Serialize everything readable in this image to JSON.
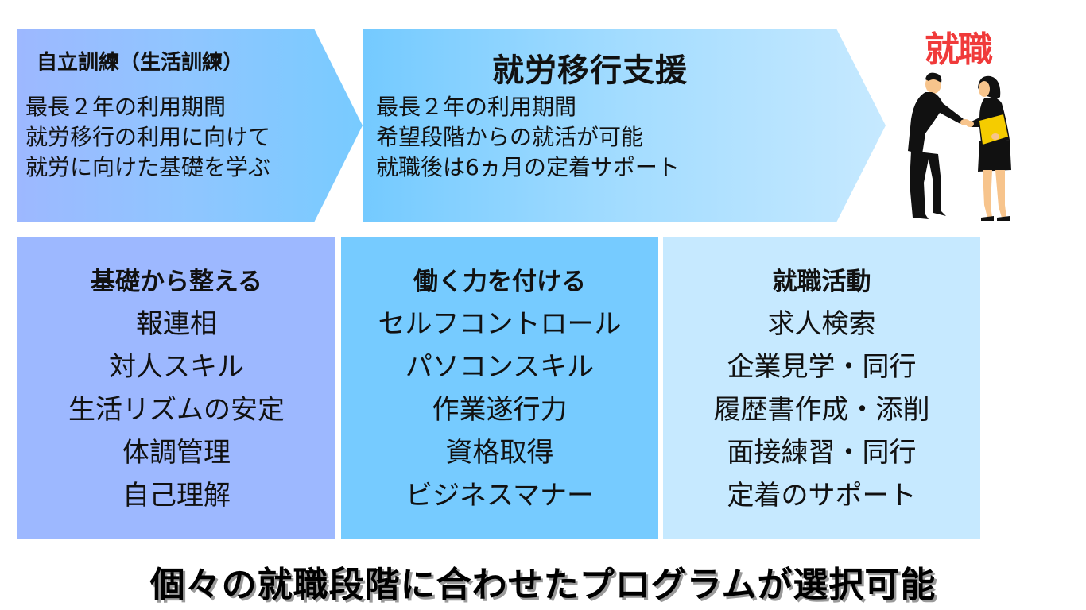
{
  "stages": [
    {
      "title": "自立訓練（生活訓練）",
      "lines": [
        "最長２年の利用期間",
        "就労移行の利用に向けて",
        "就労に向けた基礎を学ぶ"
      ]
    },
    {
      "title": "就労移行支援",
      "lines": [
        "最長２年の利用期間",
        "希望段階からの就活が可能",
        "就職後は6ヵ月の定着サポート"
      ]
    }
  ],
  "goal": {
    "label": "就職",
    "illustration": "handshake-illustration",
    "color": "#f03a3a"
  },
  "boxes": [
    {
      "title": "基礎から整える",
      "items": [
        "報連相",
        "対人スキル",
        "生活リズムの安定",
        "体調管理",
        "自己理解"
      ],
      "color": "#9db8ff"
    },
    {
      "title": "働く力を付ける",
      "items": [
        "セルフコントロール",
        "パソコンスキル",
        "作業遂行力",
        "資格取得",
        "ビジネスマナー"
      ],
      "color": "#76cbff"
    },
    {
      "title": "就職活動",
      "items": [
        "求人検索",
        "企業見学・同行",
        "履歴書作成・添削",
        "面接練習・同行",
        "定着のサポート"
      ],
      "color": "#c6e9ff"
    }
  ],
  "footer": {
    "title": "個々の就職段階に合わせたプログラムが選択可能"
  }
}
